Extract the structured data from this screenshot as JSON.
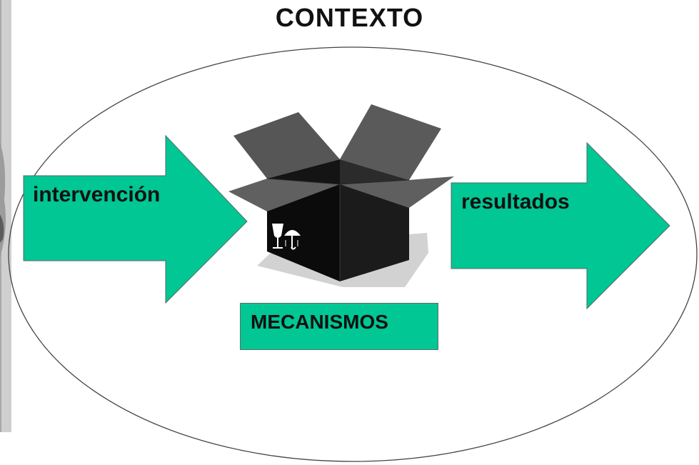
{
  "diagram": {
    "title": "CONTEXTO",
    "input_label": "intervención",
    "output_label": "resultados",
    "center_label": "MECANISMOS"
  },
  "colors": {
    "arrow_fill": "#00c794",
    "box_fill": "#00c794",
    "box_dark": "#0c0c0c",
    "box_flap": "#555555",
    "shadow": "#d2d2d2",
    "ellipse_stroke": "#444444"
  },
  "icons": [
    "black-box-icon",
    "fragile-glass-icon",
    "umbrella-icon"
  ]
}
